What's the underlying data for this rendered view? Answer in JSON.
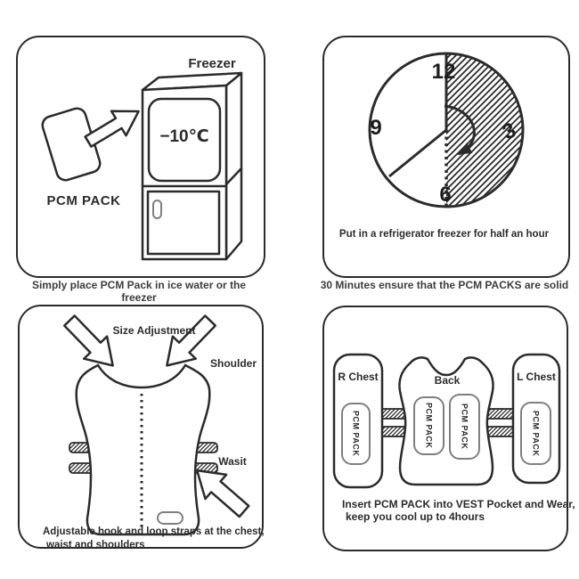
{
  "colors": {
    "ink": "#2b2b2b",
    "caption_text": "#3d3d3d",
    "pill_stroke": "#7f7f7f",
    "background": "#ffffff"
  },
  "panels": {
    "freezer_step": {
      "freezer_label": "Freezer",
      "temperature": "−10℃",
      "pack_label": "PCM PACK",
      "caption": "Simply place PCM Pack in ice water or the freezer"
    },
    "clock_step": {
      "numbers": {
        "twelve": "12",
        "three": "3",
        "six": "6",
        "nine": "9"
      },
      "note": "Put in a refrigerator freezer for half an hour",
      "caption": "30 Minutes ensure that the PCM PACKS are solid"
    },
    "vest_adjust_step": {
      "size_adjustment_label": "Size Adjustment",
      "shoulder_label": "Shoulder",
      "waist_label": "Wasit",
      "caption_line1": "Adjustable hook and loop straps at the chest,",
      "caption_line2": "waist and shoulders"
    },
    "vest_pack_step": {
      "right_chest_label": "R Chest",
      "back_label": "Back",
      "left_chest_label": "L Chest",
      "pcm_pack_label": "PCM PACK",
      "caption_line1": "Insert PCM PACK into VEST Pocket and Wear,",
      "caption_line2": "keep you cool up to 4hours"
    }
  }
}
